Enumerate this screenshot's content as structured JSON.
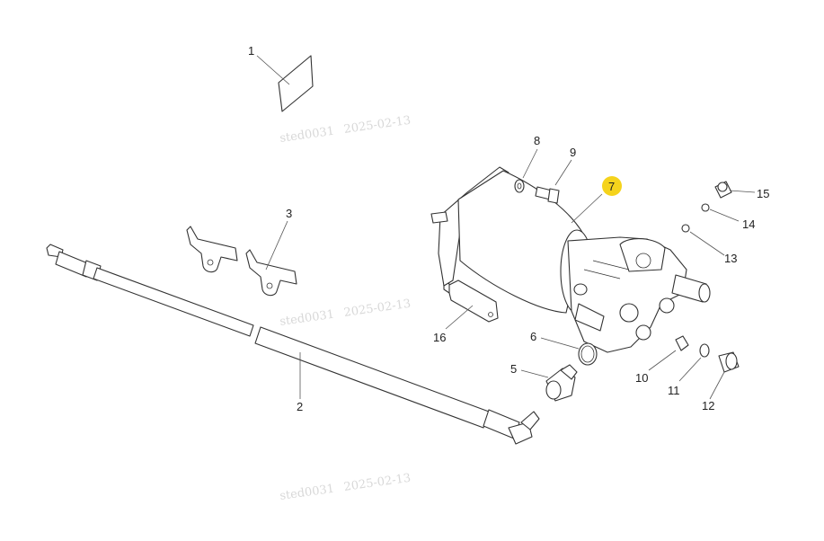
{
  "callouts": [
    {
      "id": "c1",
      "label": "1"
    },
    {
      "id": "c2",
      "label": "2"
    },
    {
      "id": "c3",
      "label": "3"
    },
    {
      "id": "c5",
      "label": "5"
    },
    {
      "id": "c6",
      "label": "6"
    },
    {
      "id": "c7",
      "label": "7",
      "highlighted": true
    },
    {
      "id": "c8",
      "label": "8"
    },
    {
      "id": "c9",
      "label": "9"
    },
    {
      "id": "c10",
      "label": "10"
    },
    {
      "id": "c11",
      "label": "11"
    },
    {
      "id": "c12",
      "label": "12"
    },
    {
      "id": "c13",
      "label": "13"
    },
    {
      "id": "c14",
      "label": "14"
    },
    {
      "id": "c15",
      "label": "15"
    },
    {
      "id": "c16",
      "label": "16"
    }
  ],
  "watermarks": [
    {
      "user": "sted0031",
      "date": "2025-02-13"
    },
    {
      "user": "sted0031",
      "date": "2025-02-13"
    },
    {
      "user": "sted0031",
      "date": "2025-02-13"
    }
  ],
  "colors": {
    "highlight": "#f5d31c",
    "line": "#333333",
    "watermark": "#cfcfcf"
  }
}
